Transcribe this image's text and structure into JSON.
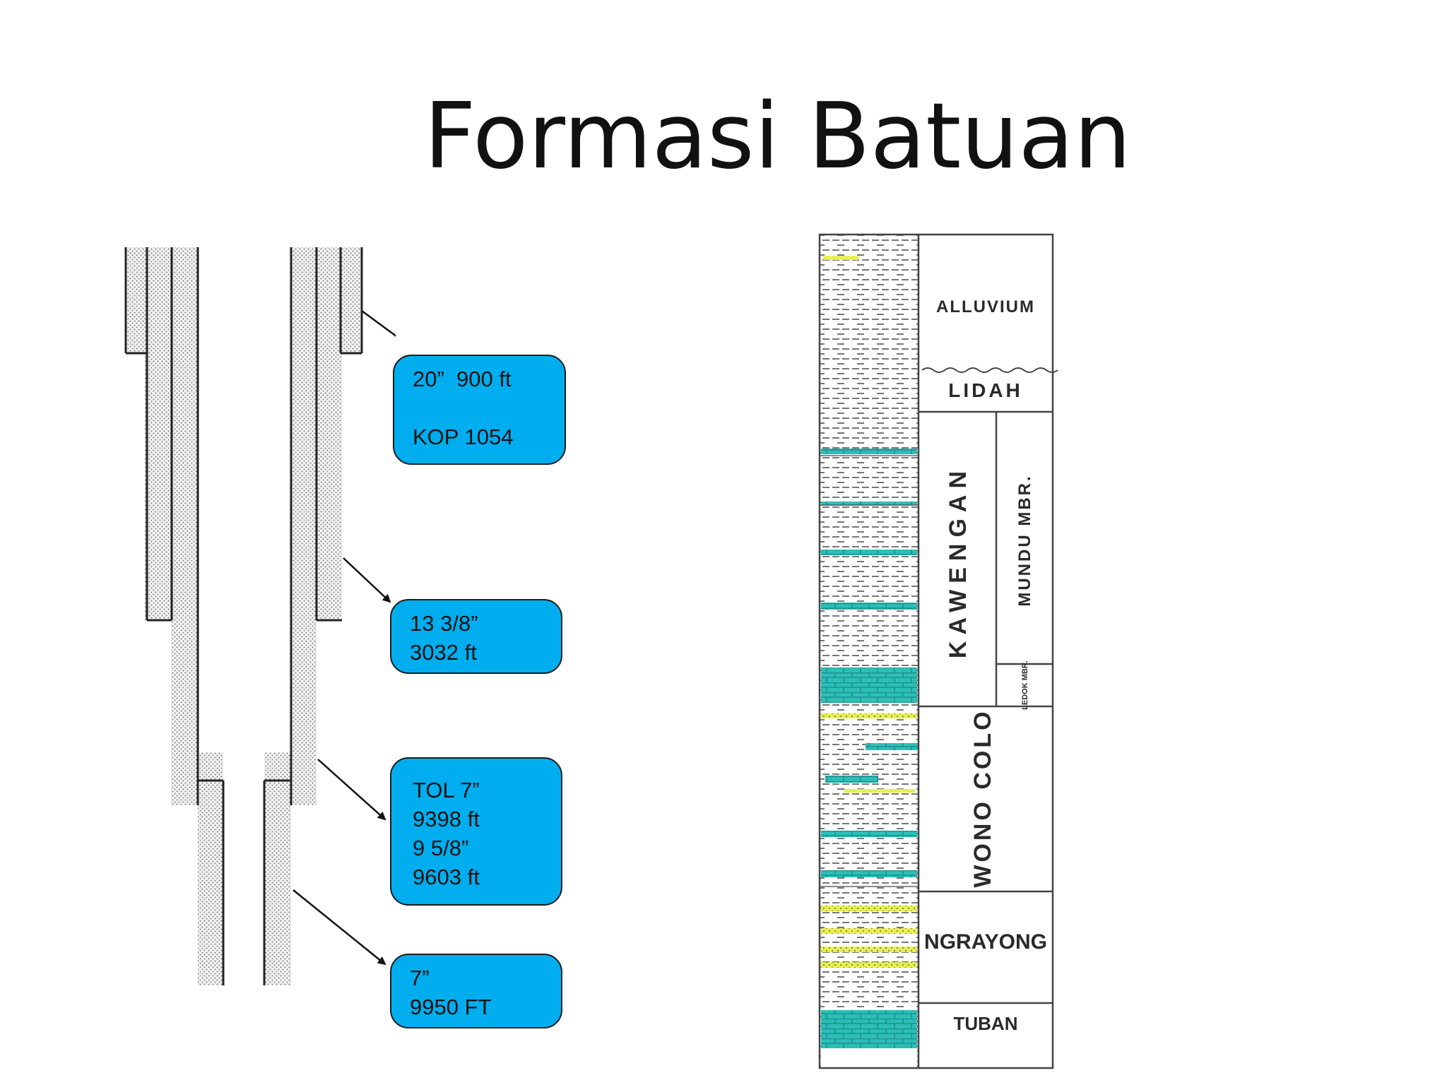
{
  "title": "Formasi Batuan",
  "callouts": [
    {
      "lines": [
        "20”  900 ft",
        "",
        "KOP 1054"
      ]
    },
    {
      "lines": [
        "13 3/8”",
        "3032 ft"
      ]
    },
    {
      "lines": [
        "TOL 7”",
        "9398 ft",
        "9 5/8”",
        "9603 ft"
      ]
    },
    {
      "lines": [
        "7”",
        "9950 FT"
      ]
    }
  ],
  "formations": {
    "alluvium": "ALLUVIUM",
    "lidah": "LIDAH",
    "kawengan": "KAWENGAN",
    "mundu": "MUNDU MBR.",
    "ledok": "LEDOK MBR.",
    "wonocolo": "WONO COLO",
    "ngrayong": "NGRAYONG",
    "tuban": "TUBAN"
  },
  "colors": {
    "callout_fill": "#00aeef",
    "limestone": "#2bbfb8",
    "sand": "#e8ef55",
    "cement": "#cfcfcf"
  }
}
